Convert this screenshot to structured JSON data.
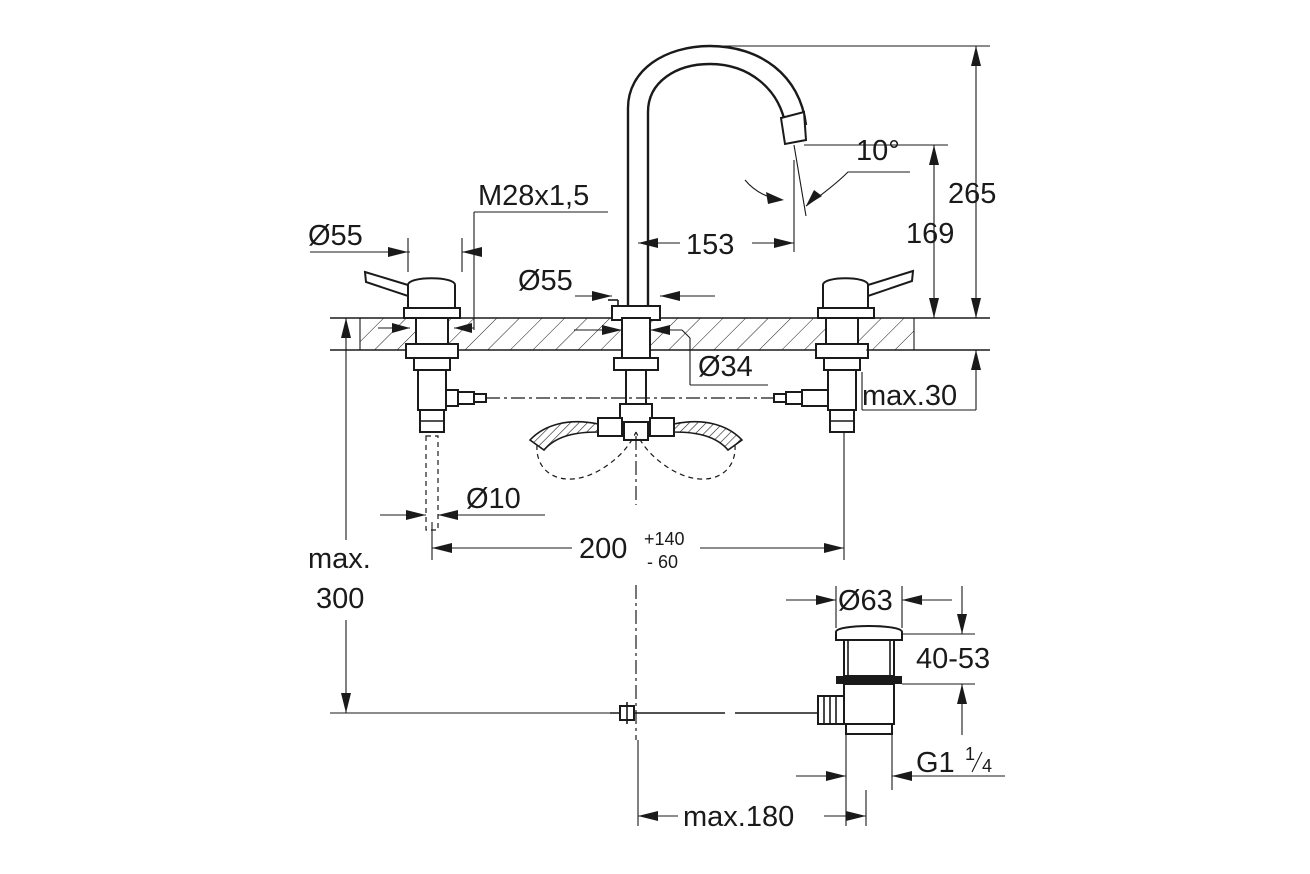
{
  "dimensions": {
    "top_diameter_left": "Ø55",
    "thread": "M28x1,5",
    "spout_base_diameter": "Ø55",
    "spout_reach": "153",
    "spout_angle": "10°",
    "total_height": "265",
    "outlet_height": "169",
    "shank_diameter": "Ø34",
    "max_deck_thickness": "max.30",
    "hose_diameter": "Ø10",
    "center_distance": "200",
    "center_distance_plus": "+140",
    "center_distance_minus": "-  60",
    "max_depth_word": "max.",
    "max_depth_value": "300",
    "waste_diameter": "Ø63",
    "waste_height": "40-53",
    "waste_thread_main": "G1",
    "waste_thread_num": "1",
    "waste_thread_den": "4",
    "max_reach": "max.180"
  }
}
